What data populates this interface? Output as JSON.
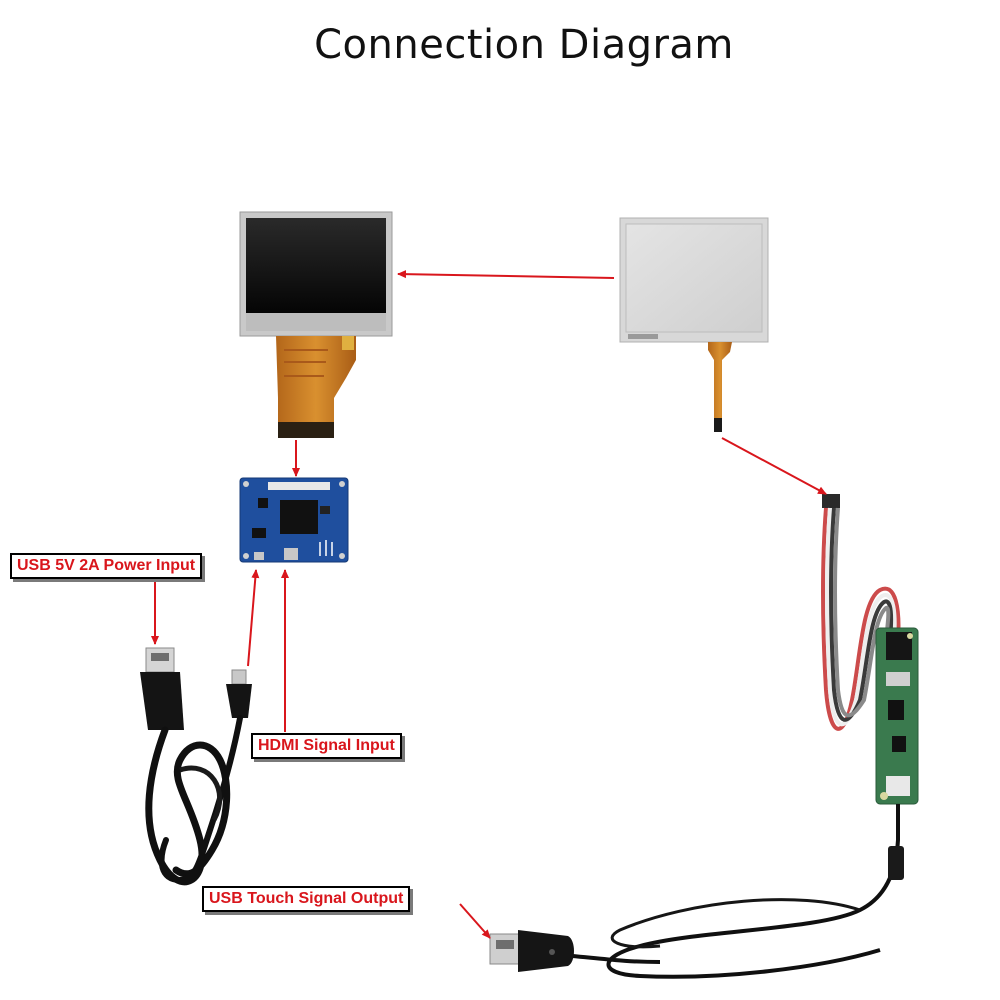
{
  "title": "Connection Diagram",
  "labels": {
    "power_input": "USB 5V 2A Power Input",
    "hdmi_input": "HDMI Signal Input",
    "usb_touch_output": "USB Touch Signal Output"
  },
  "colors": {
    "arrow": "#d9161c",
    "label_text": "#d9161c",
    "pcb": "#1f4f9e",
    "controller_pcb": "#3a7a4e",
    "flex_cable": "#c9781f"
  }
}
